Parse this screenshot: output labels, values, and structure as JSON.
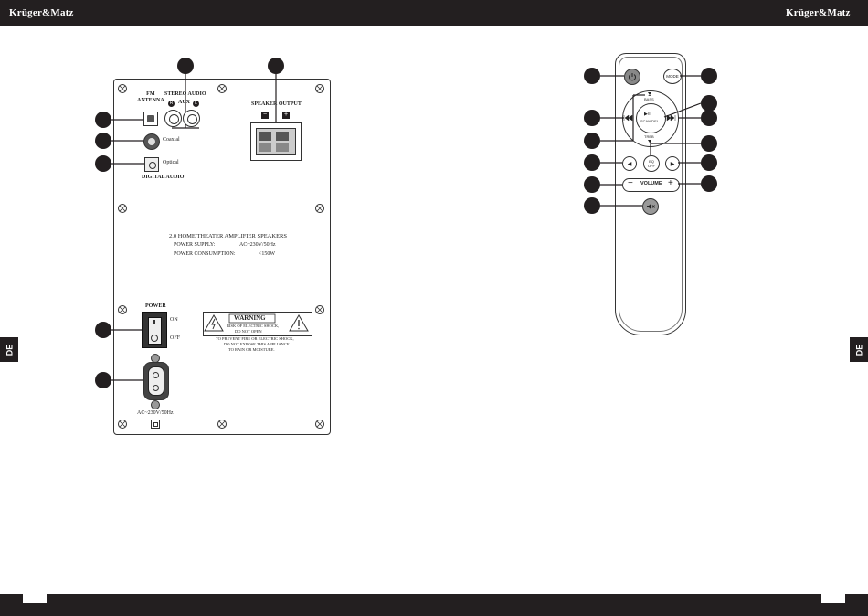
{
  "header": {
    "brand_left": "Krüger&Matz",
    "brand_right": "Krüger&Matz"
  },
  "side_tabs": {
    "left": "DE",
    "right": "DE"
  },
  "rear_panel": {
    "fm_antenna": "FM\nANTENNA",
    "stereo_audio": "STEREO AUDIO",
    "aux": "AUX",
    "aux_r": "R",
    "aux_l": "L",
    "speaker_output": "SPEAKER OUTPUT",
    "minus": "−",
    "plus": "+",
    "coaxial": "Coaxial",
    "optical": "Optical",
    "digital_audio": "DIGITAL AUDIO",
    "product_title": "2.0 HOME THEATER AMPLIFIER SPEAKERS",
    "power_supply_label": "POWER SUPPLY:",
    "power_supply_value": "AC~230V/50Hz",
    "power_consumption_label": "POWER CONSUMPTION:",
    "power_consumption_value": "<150W",
    "power": "POWER",
    "on": "ON",
    "off": "OFF",
    "warning_title": "WARNING",
    "warning_line1": "RISK OF ELECTRIC SHOCK,",
    "warning_line2": "DO NOT OPEN",
    "warning_note1": "TO PREVENT FIRE OR ELECTRIC SHOCK,",
    "warning_note2": "DO NOT EXPOSE THIS APPLIANCE",
    "warning_note3": "TO RAIN OR MOISTURE.",
    "ac_input": "AC~230V/50Hz"
  },
  "remote": {
    "mode": "MODE",
    "bass": "BASS",
    "treble_play": "▶/II",
    "scan_del": "SCAN/DEL",
    "treb": "TREB",
    "eq_off": "EQ\nOFF",
    "volume": "VOLUME",
    "vol_minus": "−",
    "vol_plus": "+"
  }
}
